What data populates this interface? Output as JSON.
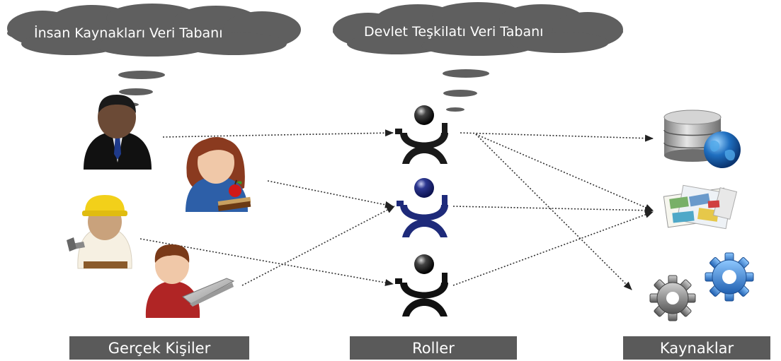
{
  "clouds": {
    "hr_db": "İnsan Kaynakları Veri Tabanı",
    "org_db": "Devlet Teşkilatı Veri Tabanı"
  },
  "columns": {
    "people": "Gerçek Kişiler",
    "roles": "Roller",
    "resources": "Kaynaklar"
  },
  "people": [
    {
      "icon": "businessman-icon"
    },
    {
      "icon": "teacher-icon"
    },
    {
      "icon": "construction-worker-icon"
    },
    {
      "icon": "laptop-user-icon"
    }
  ],
  "roles": [
    {
      "icon": "role-icon",
      "color": "#1a1a1a"
    },
    {
      "icon": "role-icon",
      "color": "#1e2a7a"
    },
    {
      "icon": "role-icon",
      "color": "#1a1a1a"
    }
  ],
  "resources": [
    {
      "icon": "database-globe-icon"
    },
    {
      "icon": "documents-icon"
    },
    {
      "icon": "gears-icon"
    }
  ],
  "colors": {
    "cloud": "#5f5f5f",
    "footer_bar": "#5a5a5a",
    "arrow": "#333333"
  }
}
